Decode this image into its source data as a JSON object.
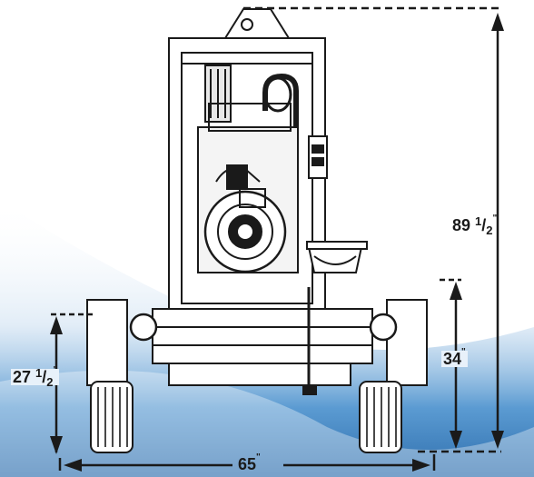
{
  "diagram": {
    "dimensions": {
      "height_overall": {
        "whole": "89",
        "numerator": "1",
        "slash": "/",
        "denominator": "2",
        "unit": "\""
      },
      "height_pump": {
        "whole": "34",
        "unit": "\""
      },
      "height_wheel": {
        "whole": "27",
        "numerator": "1",
        "slash": "/",
        "denominator": "2",
        "unit": "\""
      },
      "width_overall": {
        "whole": "65",
        "unit": "\""
      }
    },
    "colors": {
      "line": "#1a1a1a",
      "sky_light": "#ffffff",
      "sky_blue": "#3d86c4",
      "sky_dark": "#2f6fae"
    }
  }
}
